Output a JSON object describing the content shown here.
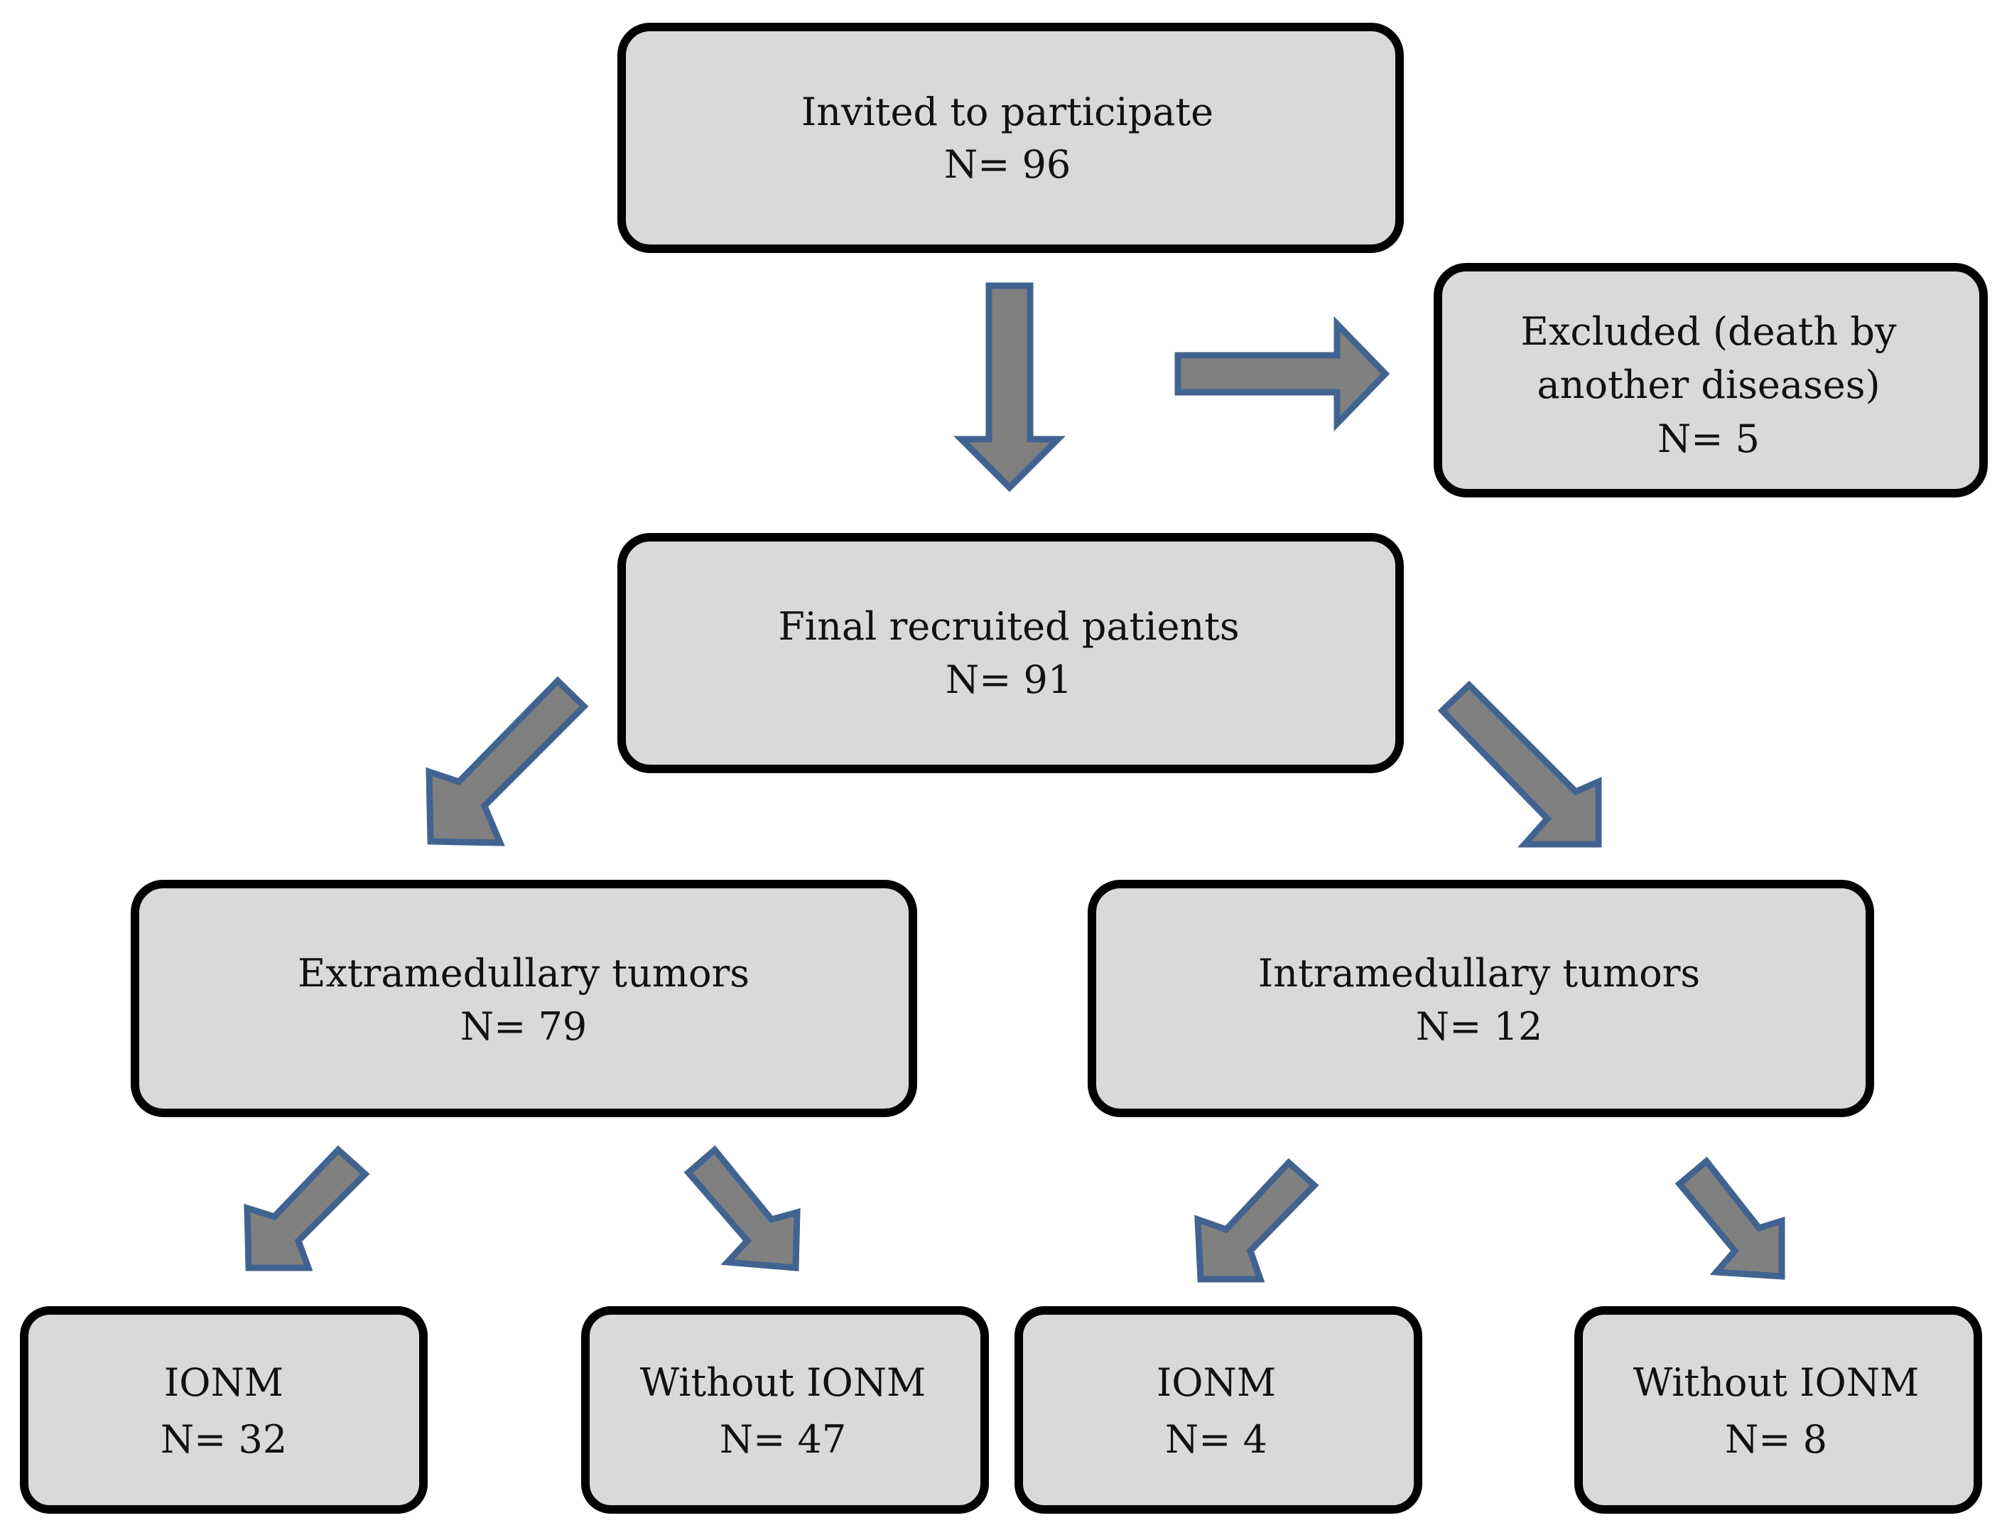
{
  "nodes": {
    "invited": {
      "label": "Invited to participate",
      "count": "N= 96"
    },
    "excluded": {
      "label_line1": "Excluded (death by",
      "label_line2": "another diseases)",
      "count": "N= 5"
    },
    "final": {
      "label": "Final recruited patients",
      "count": "N= 91"
    },
    "extramedullary": {
      "label": "Extramedullary tumors",
      "count": "N= 79"
    },
    "intramedullary": {
      "label": "Intramedullary tumors",
      "count": "N= 12"
    },
    "extra_ionm": {
      "label": "IONM",
      "count": "N= 32"
    },
    "extra_without_ionm": {
      "label": "Without IONM",
      "count": "N= 47"
    },
    "intra_ionm": {
      "label": "IONM",
      "count": "N= 4"
    },
    "intra_without_ionm": {
      "label": "Without IONM",
      "count": "N= 8"
    }
  },
  "colors": {
    "box_fill": "#d9d9d9",
    "box_border": "#000000",
    "arrow_fill": "#808080",
    "arrow_border": "#41638f"
  }
}
